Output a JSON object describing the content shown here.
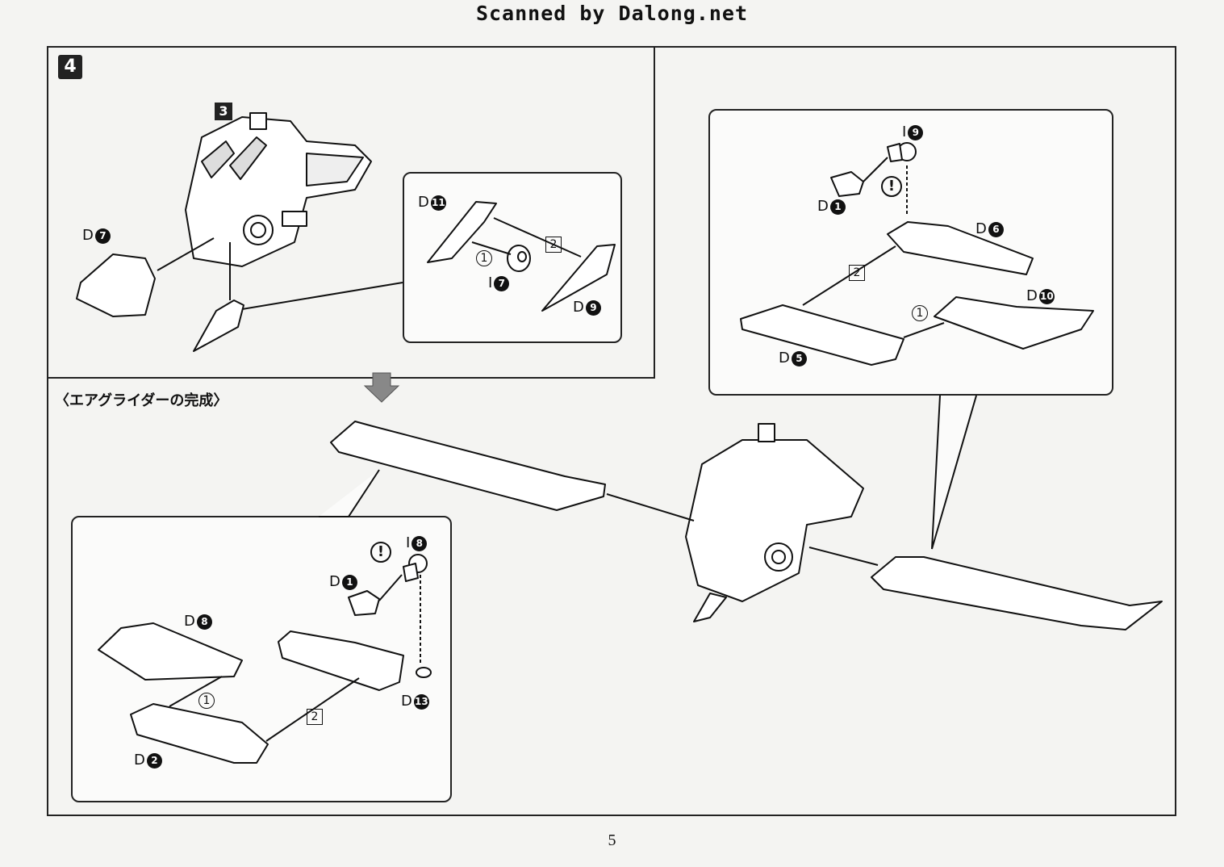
{
  "header": {
    "scan_credit": "Scanned by Dalong.net"
  },
  "step": {
    "number": "4",
    "sub_reference": "3"
  },
  "section": {
    "title": "〈エアグライダーの完成〉"
  },
  "page": {
    "number": "5"
  },
  "parts": {
    "d7": {
      "letter": "D",
      "num": "7"
    },
    "d11": {
      "letter": "D",
      "num": "11"
    },
    "i7": {
      "letter": "I",
      "num": "7"
    },
    "d9": {
      "letter": "D",
      "num": "9"
    },
    "i9": {
      "letter": "I",
      "num": "9"
    },
    "d1_top": {
      "letter": "D",
      "num": "1"
    },
    "d6": {
      "letter": "D",
      "num": "6"
    },
    "d10": {
      "letter": "D",
      "num": "10"
    },
    "d5": {
      "letter": "D",
      "num": "5"
    },
    "i8": {
      "letter": "I",
      "num": "8"
    },
    "d1_bottom": {
      "letter": "D",
      "num": "1"
    },
    "d8": {
      "letter": "D",
      "num": "8"
    },
    "d13": {
      "letter": "D",
      "num": "13"
    },
    "d2": {
      "letter": "D",
      "num": "2"
    }
  },
  "order_marks": {
    "first": "1",
    "second": "2",
    "caution": "!"
  }
}
